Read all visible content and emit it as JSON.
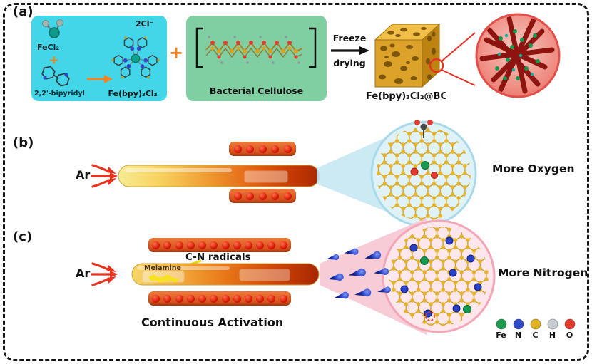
{
  "colors": {
    "synthesis_box_bg": "#43d6e9",
    "cellulose_box_bg": "#80cfa3",
    "accent_orange": "#f5821f",
    "flow_arrow_red": "#e8321e",
    "magnifier_red": "#e14f48",
    "cone_blue": "#c5e8f2",
    "cone_pink": "#f7c6d2",
    "tube_hot_red": "#aa2800"
  },
  "panel_a": {
    "label": "(a)",
    "fecl2_label": "FeCl₂",
    "plus_1": "+",
    "bipyridyl_label": "2,2'-bipyridyl",
    "counter_ion_label": "2Cl⁻",
    "complex_label": "Fe(bpy)₃Cl₂",
    "plus_2": "+",
    "cellulose_label": "Bacterial Cellulose",
    "arrow_top_label": "Freeze",
    "arrow_bottom_label": "drying",
    "product_label": "Fe(bpy)₃Cl₂@BC"
  },
  "panel_b": {
    "label": "(b)",
    "gas_label": "Ar",
    "result_label": "More Oxygen"
  },
  "panel_c": {
    "label": "(c)",
    "gas_label": "Ar",
    "melamine_label": "Melamine",
    "radicals_label": "C-N radicals",
    "result_label": "More Nitrogen",
    "caption": "Continuous Activation"
  },
  "legend": {
    "items": [
      {
        "label": "Fe",
        "color": "#1d9a4f"
      },
      {
        "label": "N",
        "color": "#2f4bc7"
      },
      {
        "label": "C",
        "color": "#e0b320"
      },
      {
        "label": "H",
        "color": "#c9ced4"
      },
      {
        "label": "O",
        "color": "#e23b2e"
      }
    ]
  }
}
